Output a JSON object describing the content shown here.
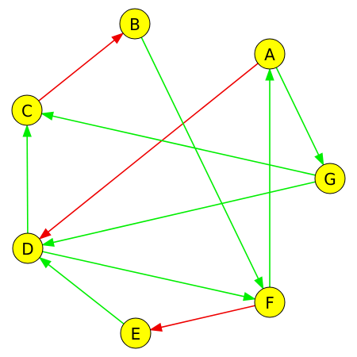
{
  "graph": {
    "colors": {
      "node_fill": "#ffff00",
      "node_stroke": "#000000",
      "edge_green": "#00ee00",
      "edge_red": "#ee0000"
    },
    "nodes": [
      {
        "id": "A",
        "label": "A"
      },
      {
        "id": "B",
        "label": "B"
      },
      {
        "id": "C",
        "label": "C"
      },
      {
        "id": "D",
        "label": "D"
      },
      {
        "id": "E",
        "label": "E"
      },
      {
        "id": "F",
        "label": "F"
      },
      {
        "id": "G",
        "label": "G"
      }
    ],
    "edges": [
      {
        "from": "C",
        "to": "B",
        "color": "red"
      },
      {
        "from": "A",
        "to": "D",
        "color": "red"
      },
      {
        "from": "F",
        "to": "E",
        "color": "red"
      },
      {
        "from": "B",
        "to": "F",
        "color": "green"
      },
      {
        "from": "A",
        "to": "G",
        "color": "green"
      },
      {
        "from": "F",
        "to": "A",
        "color": "green"
      },
      {
        "from": "G",
        "to": "C",
        "color": "green"
      },
      {
        "from": "G",
        "to": "D",
        "color": "green"
      },
      {
        "from": "D",
        "to": "C",
        "color": "green"
      },
      {
        "from": "D",
        "to": "F",
        "color": "green"
      },
      {
        "from": "E",
        "to": "D",
        "color": "green"
      }
    ]
  }
}
